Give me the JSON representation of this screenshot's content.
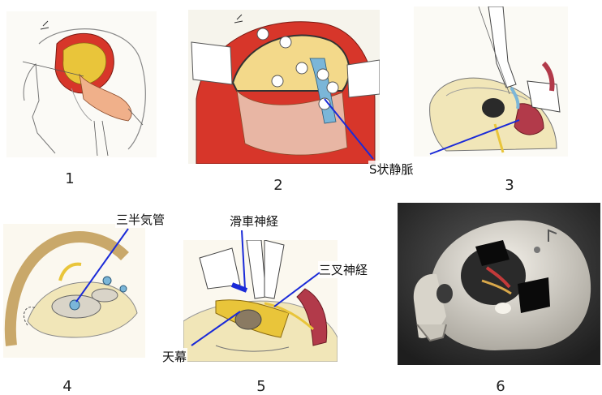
{
  "figure_numbers": [
    "1",
    "2",
    "3",
    "4",
    "5",
    "6"
  ],
  "labels": {
    "sigmoid_sinus": "S状静脈",
    "semicircular_canal": "三半気管",
    "trochlear_nerve": "滑車神経",
    "trigeminal_nerve": "三叉神経",
    "tentorium": "天幕"
  },
  "colors": {
    "pointer_line": "#1a2ad8",
    "bone": "#f1e6b8",
    "muscle_red": "#d7362a",
    "dura_yellow": "#e9c53a",
    "venous_blue": "#7bb6d8",
    "photo_bg": "#2c2c2c"
  }
}
